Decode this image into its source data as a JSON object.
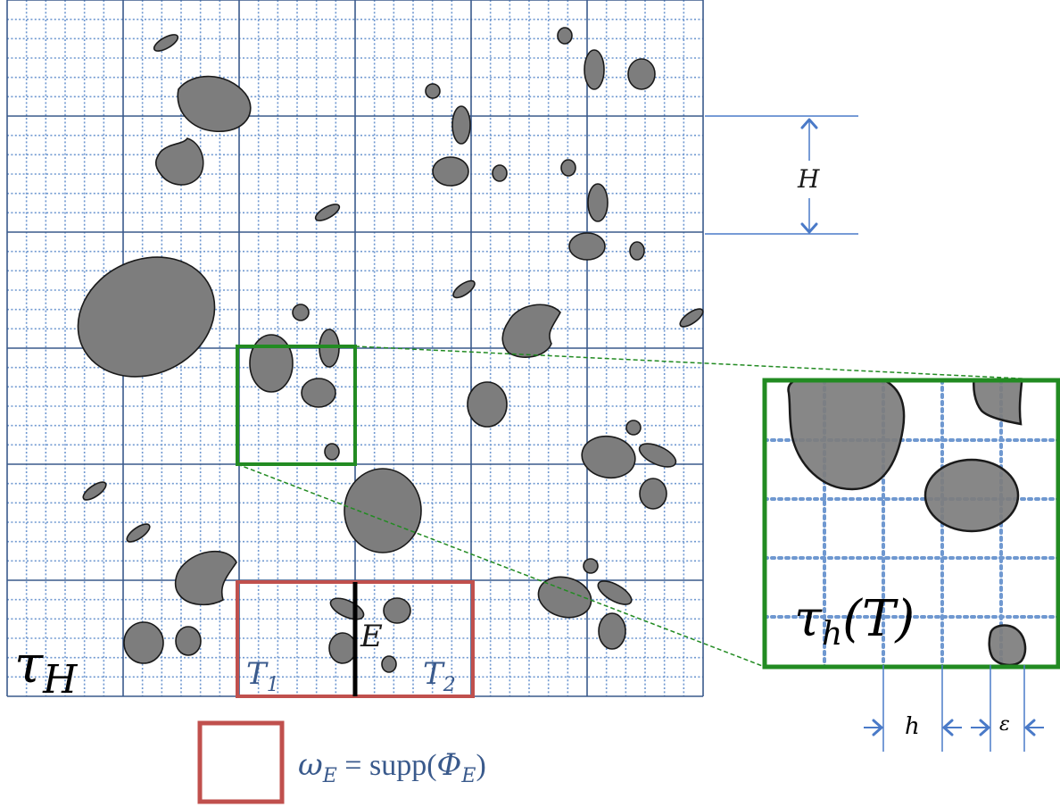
{
  "colors": {
    "coarse_grid": "#3a5a8c",
    "fine_grid": "#6f98d0",
    "inclusion_fill": "#7d7d7d",
    "inclusion_stroke": "#1a1a1a",
    "zoom_box": "#228b22",
    "support_box": "#c0504d",
    "edge": "#000000",
    "dimension_line": "#4a7ac8"
  },
  "labels": {
    "tau_H": "τ",
    "tau_H_sub": "H",
    "tau_h": "τ",
    "tau_h_sub": "h",
    "tau_h_arg": "(T)",
    "T1": "T",
    "T1_sub": "1",
    "T2": "T",
    "T2_sub": "2",
    "E": "E",
    "H": "H",
    "h": "h",
    "eps": "ε",
    "legend_omega": "ω",
    "legend_omega_sub": "E",
    "legend_eq": " = supp(",
    "legend_phi": "Φ",
    "legend_phi_sub": "E",
    "legend_close": ")"
  }
}
